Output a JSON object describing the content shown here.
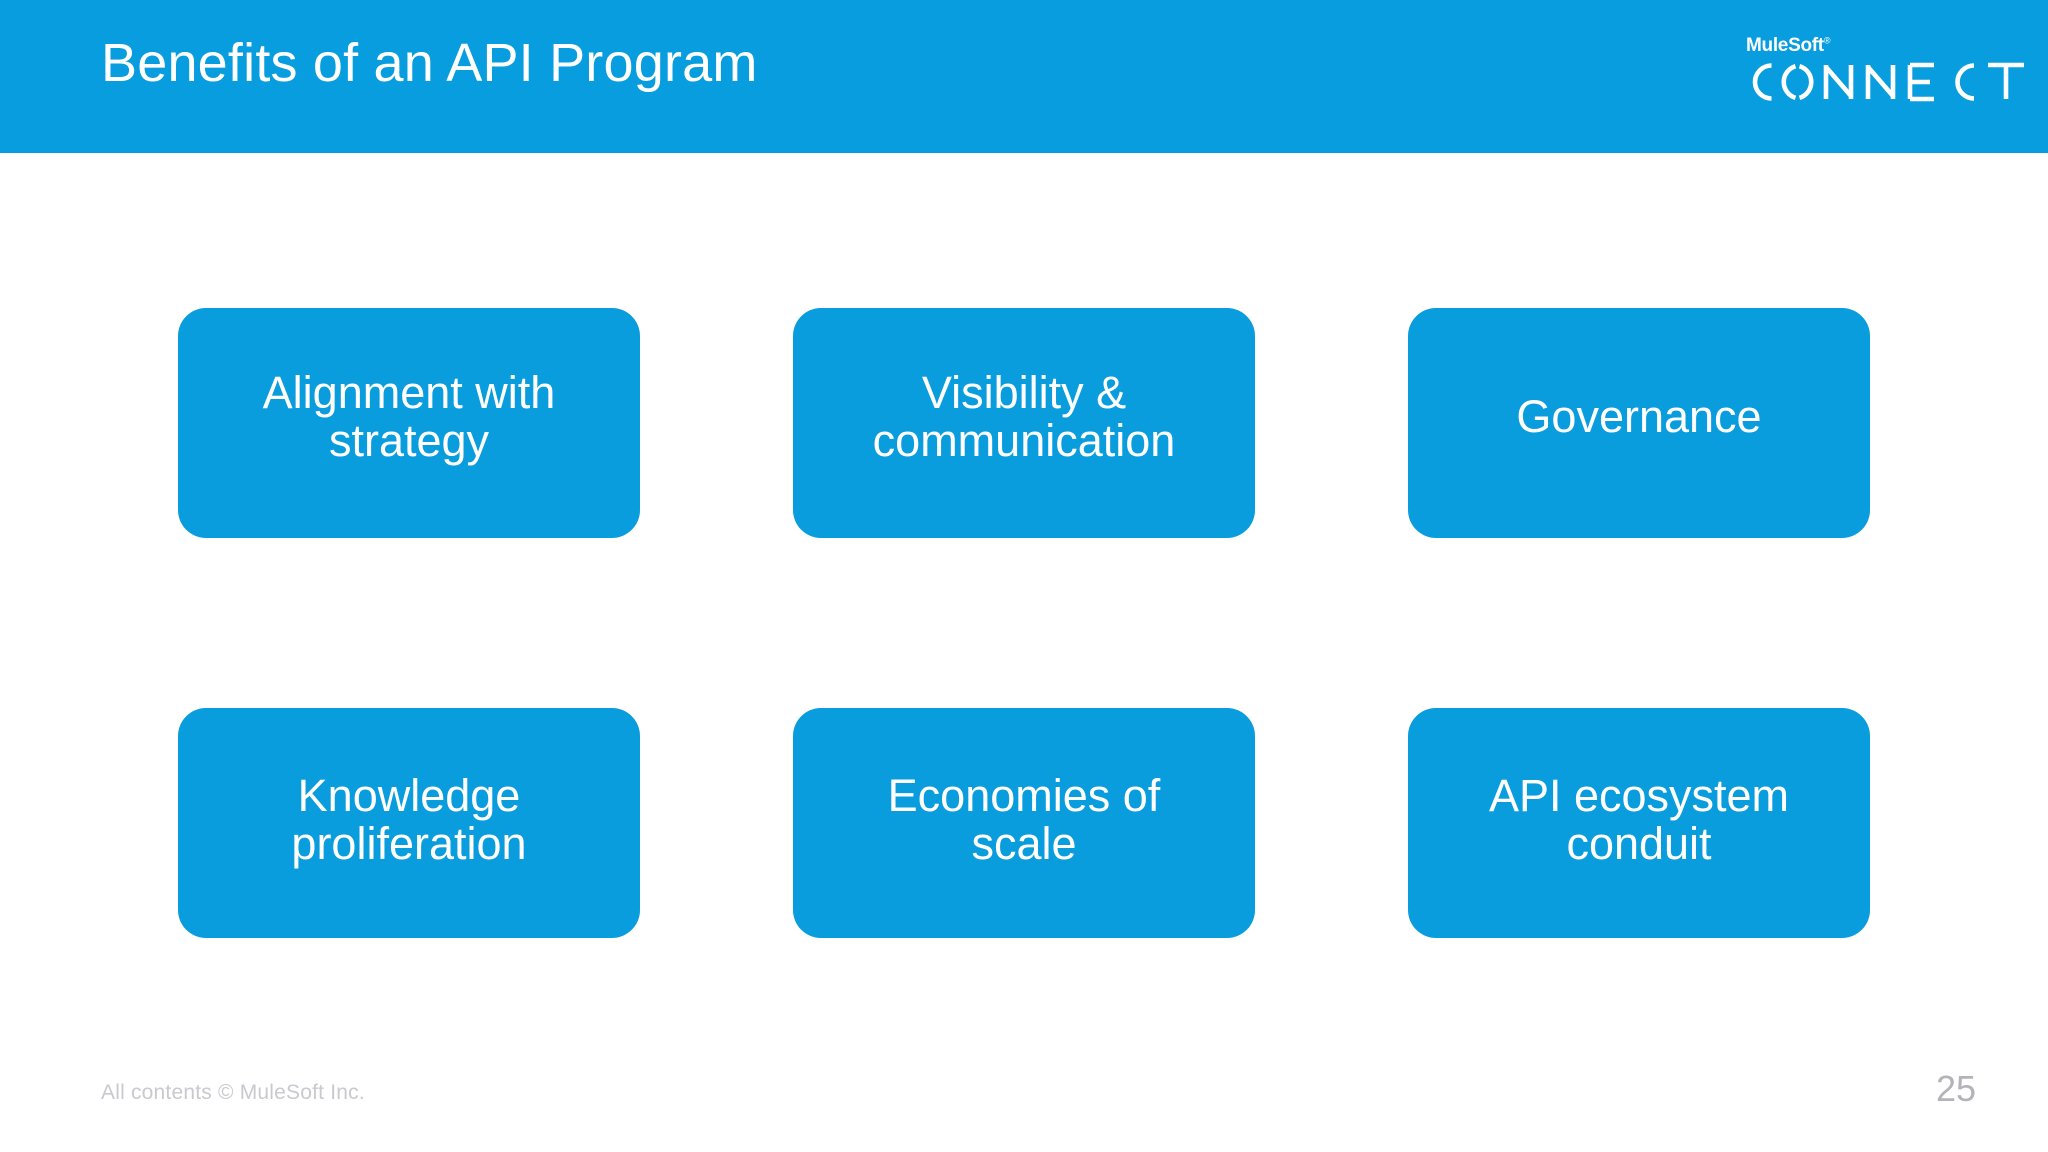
{
  "slide": {
    "background_color": "#ffffff",
    "header": {
      "background_color": "#079ddf",
      "title": "Benefits of an API Program",
      "logo": {
        "brand": "MuleSoft",
        "registered_mark": "®",
        "event": "CONNECT"
      }
    },
    "benefits": [
      {
        "label": "Alignment with\nstrategy",
        "color": "#0a9ddd",
        "row": 1,
        "col": 1
      },
      {
        "label": "Visibility &\ncommunication",
        "color": "#0a9ddd",
        "row": 1,
        "col": 2
      },
      {
        "label": "Governance",
        "color": "#0a9ddd",
        "row": 1,
        "col": 3
      },
      {
        "label": "Knowledge\nproliferation",
        "color": "#0a9ddd",
        "row": 2,
        "col": 1
      },
      {
        "label": "Economies of\nscale",
        "color": "#0a9ddd",
        "row": 2,
        "col": 2
      },
      {
        "label": "API ecosystem\nconduit",
        "color": "#0a9ddd",
        "row": 2,
        "col": 3
      }
    ],
    "footer": {
      "copyright": "All contents © MuleSoft Inc.",
      "page_number": "25"
    }
  }
}
